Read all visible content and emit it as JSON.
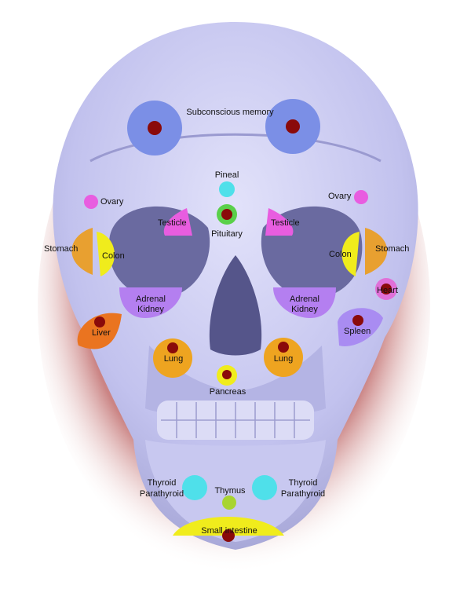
{
  "labels": {
    "subconscious_memory": "Subconscious memory",
    "pineal": "Pineal",
    "pituitary": "Pituitary",
    "ovary_left": "Ovary",
    "ovary_right": "Ovary",
    "testicle_left": "Testicle",
    "testicle_right": "Testicle",
    "stomach_left": "Stomach",
    "stomach_right": "Stomach",
    "colon_left": "Colon",
    "colon_right": "Colon",
    "heart": "Heart",
    "adrenal_left": "Adrenal",
    "kidney_left": "Kidney",
    "adrenal_right": "Adrenal",
    "kidney_right": "Kidney",
    "liver": "Liver",
    "spleen": "Spleen",
    "lung_left": "Lung",
    "lung_right": "Lung",
    "pancreas": "Pancreas",
    "thyroid_left": "Thyroid",
    "parathyroid_left": "Parathyroid",
    "thyroid_right": "Thyroid",
    "parathyroid_right": "Parathyroid",
    "thymus": "Thymus",
    "small_intestine": "Small intestine"
  },
  "colors": {
    "memory": "#7b8fe6",
    "pineal": "#4fe0ea",
    "pituitary_ring": "#5ad04a",
    "ovary": "#e85de0",
    "testicle": "#e85de0",
    "stomach": "#e8a030",
    "colon": "#f0ec1c",
    "heart": "#e070d8",
    "adrenal_kidney": "#b47ff0",
    "liver": "#ea7420",
    "spleen": "#a98cf2",
    "lung": "#eea420",
    "pancreas": "#f0ec1c",
    "thyroid": "#4fe0ea",
    "thymus": "#a8d430",
    "small_intestine": "#f0ec1c",
    "center_dot": "#8a0a0a",
    "skull": "#c6c6f0",
    "skull_shadow": "#8a2a2a"
  }
}
